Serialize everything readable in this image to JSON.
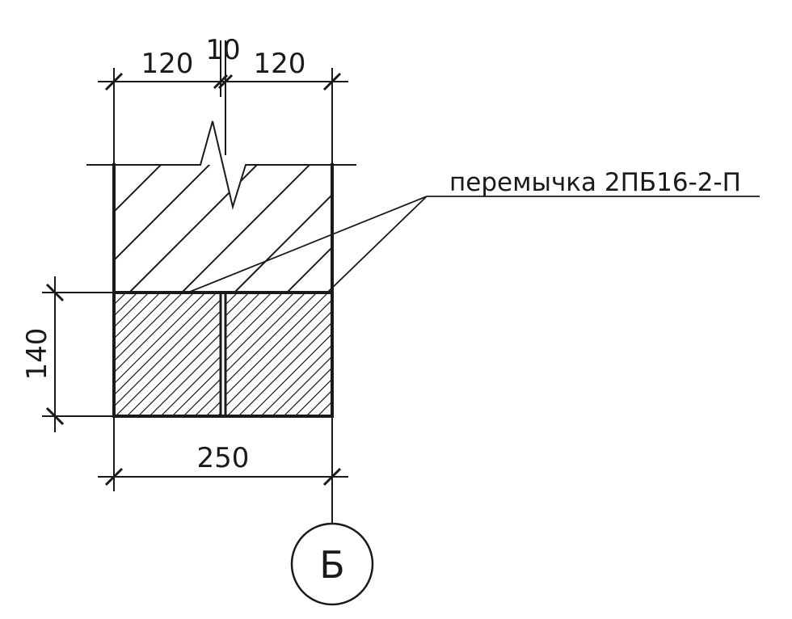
{
  "dimensions": {
    "top_left": "120",
    "top_gap": "10",
    "top_right": "120",
    "left_height": "140",
    "bottom_width": "250"
  },
  "callout": {
    "label": "перемычка 2ПБ16-2-П"
  },
  "axis_marker": {
    "label": "Б"
  },
  "colors": {
    "ink": "#1a1a1a",
    "background": "#ffffff"
  }
}
